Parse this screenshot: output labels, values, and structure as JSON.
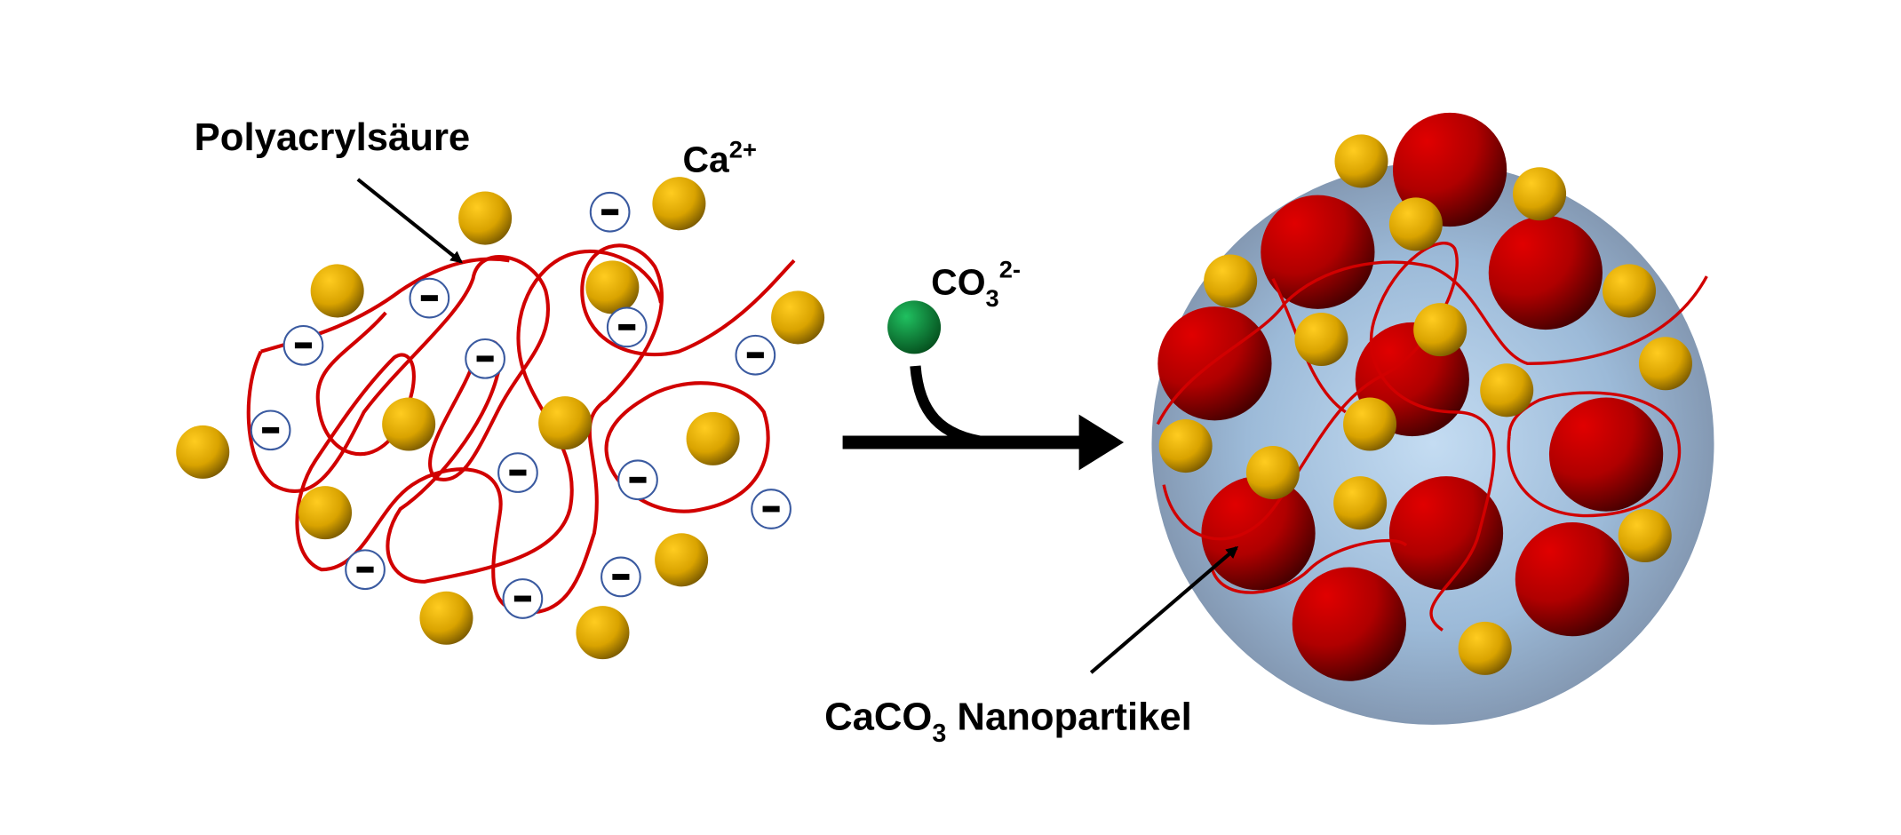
{
  "labels": {
    "polymer": "Polyacrylsäure",
    "calcium": "Ca",
    "calcium_charge": "2+",
    "carbonate": "CO",
    "carbonate_sub": "3",
    "carbonate_charge": "2-",
    "particle_prefix": "CaCO",
    "particle_sub": "3",
    "particle_suffix": " Nanopartikel",
    "minus_sign": "−"
  },
  "colors": {
    "calcium_ion": "#d9a300",
    "polymer": "#d10000",
    "carbonate_ion": "#0a9a3a",
    "nanoparticle": "#cc0000",
    "sphere": "#8fb0d0",
    "charge_ring": "#3a5aa0"
  }
}
